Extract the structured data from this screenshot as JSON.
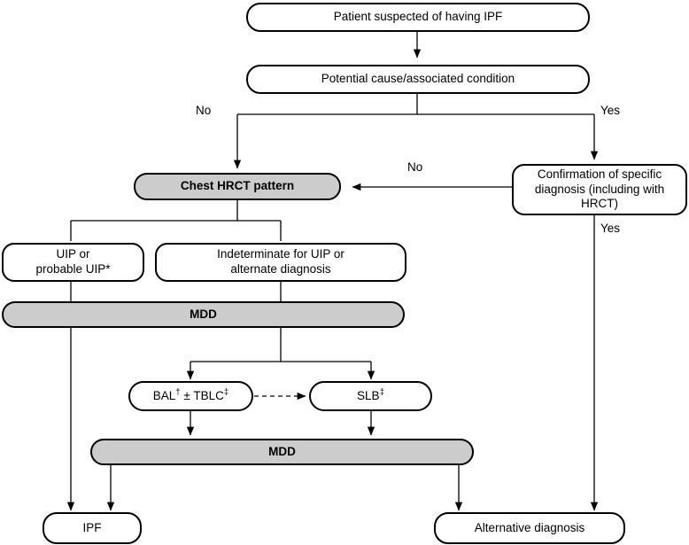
{
  "diagram": {
    "title": "IPF diagnostic algorithm flowchart",
    "colors": {
      "shaded_fill": "#cccccc",
      "line": "#000000",
      "box_fill": "#ffffff"
    },
    "nodes": [
      {
        "id": "patient",
        "label": "Patient suspected of having IPF",
        "shaded": false
      },
      {
        "id": "cause",
        "label": "Potential cause/associated condition",
        "shaded": false
      },
      {
        "id": "hrct",
        "label": "Chest HRCT pattern",
        "shaded": true
      },
      {
        "id": "confirm_l1",
        "label": "Confirmation of specific",
        "shaded": false
      },
      {
        "id": "confirm_l2",
        "label": "diagnosis (including with HRCT)",
        "shaded": false
      },
      {
        "id": "uip_l1",
        "label": "UIP or",
        "shaded": false
      },
      {
        "id": "uip_l2",
        "label": "probable UIP*",
        "shaded": false
      },
      {
        "id": "indet_l1",
        "label": "Indeterminate for UIP or",
        "shaded": false
      },
      {
        "id": "indet_l2",
        "label": "alternate diagnosis",
        "shaded": false
      },
      {
        "id": "mdd1",
        "label": "MDD",
        "shaded": true
      },
      {
        "id": "bal",
        "label": "BAL",
        "shaded": false
      },
      {
        "id": "bal_mid",
        "label": " ± TBLC",
        "shaded": false
      },
      {
        "id": "slb",
        "label": "SLB",
        "shaded": false
      },
      {
        "id": "mdd2",
        "label": "MDD",
        "shaded": true
      },
      {
        "id": "ipf",
        "label": "IPF",
        "shaded": false
      },
      {
        "id": "altdx",
        "label": "Alternative diagnosis",
        "shaded": false
      }
    ],
    "superscripts": {
      "bal_dagger": "†",
      "tblc_ddagger": "‡",
      "slb_ddagger": "‡"
    },
    "edge_labels": [
      {
        "id": "no_left",
        "text": "No"
      },
      {
        "id": "yes_right",
        "text": "Yes"
      },
      {
        "id": "no_mid",
        "text": "No"
      },
      {
        "id": "yes_down",
        "text": "Yes"
      }
    ]
  }
}
